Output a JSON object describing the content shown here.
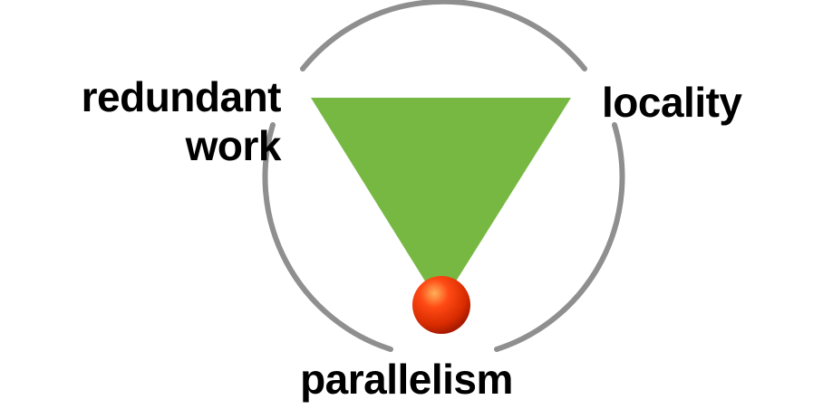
{
  "labels": {
    "redundant_work_line1": "redundant",
    "redundant_work_line2": "work",
    "locality": "locality",
    "parallelism": "parallelism"
  },
  "colors": {
    "arc": "#8f8f8f",
    "triangle": "#77b843",
    "ball_light": "#ffb15a",
    "ball_mid": "#ff3b12",
    "ball_dark": "#a81a00",
    "text": "#000000"
  }
}
